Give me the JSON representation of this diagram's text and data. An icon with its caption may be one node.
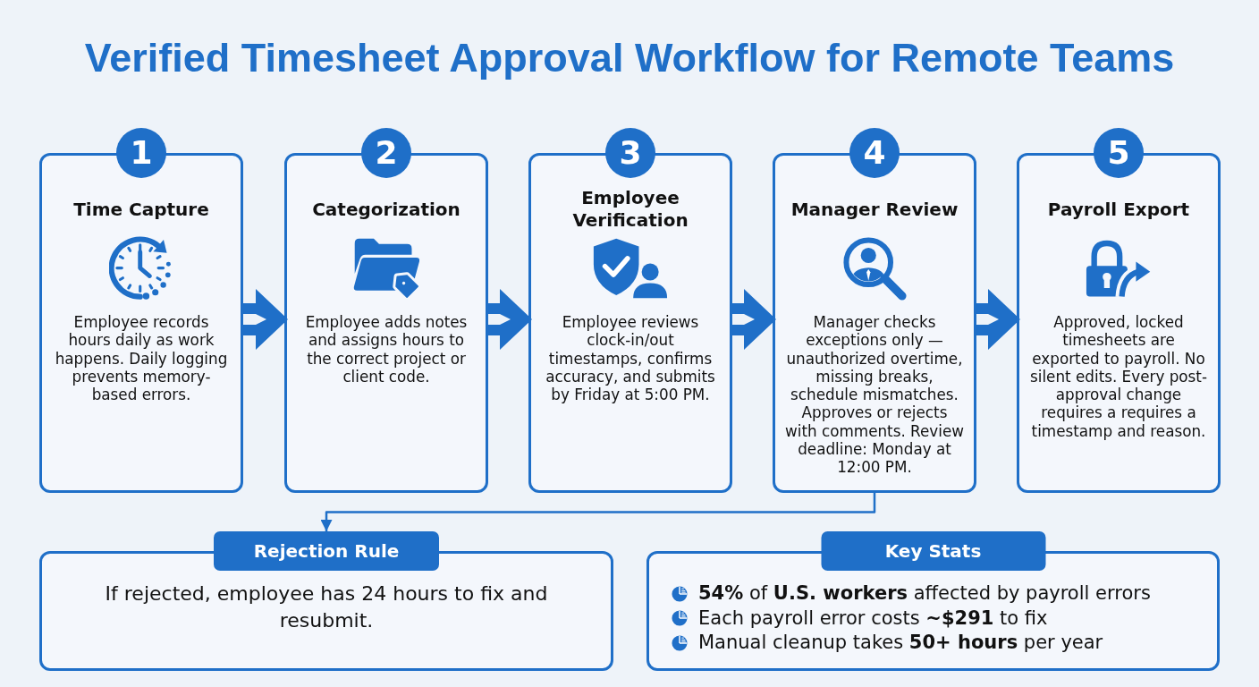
{
  "diagram": {
    "title": "Verified Timesheet Approval Workflow for Remote Teams",
    "nodes": [
      {
        "text": [
          "1",
          "Time Capture",
          "Employee records hours daily as work happens. Daily logging prevents memory-based errors."
        ]
      },
      {
        "text": [
          "2",
          "Categorization",
          "Employee adds notes and assigns hours to the correct project or client code."
        ]
      },
      {
        "text": [
          "3",
          "Employee Verification",
          "Employee reviews clock-in/out timestamps, confirms accuracy, and submits by Friday at 5:00 PM."
        ]
      },
      {
        "text": [
          "4",
          "Manager Review",
          "Manager checks exceptions only — unauthorized overtime, missing breaks, schedule mismatches. Approves or rejects with comments. Review deadline: Monday at 12:00 PM."
        ]
      },
      {
        "text": [
          "5",
          "Payroll Export",
          "Approved, locked timesheets are exported to payroll. No silent edits. Every post-approval change requires a requires a timestamp and reason."
        ]
      },
      {
        "text": [
          "Rejection Rule",
          "If rejected, employee has 24 hours to fix and resubmit."
        ]
      },
      {
        "text": [
          "Key Stats",
          "**54%** of **U.S. workers** affected by payroll errors",
          "Each payroll error costs **~$291** to fix",
          "Manual cleanup takes **50+ hours** per year"
        ]
      }
    ],
    "edges": [
      {
        "from": 0,
        "to": 1,
        "arrow": "to",
        "style": "thick"
      },
      {
        "from": 1,
        "to": 2,
        "arrow": "to",
        "style": "thick"
      },
      {
        "from": 2,
        "to": 3,
        "arrow": "to",
        "style": "thick"
      },
      {
        "from": 3,
        "to": 4,
        "arrow": "to",
        "style": "thick"
      },
      {
        "from": 3,
        "to": 5,
        "arrow": "to"
      }
    ]
  }
}
